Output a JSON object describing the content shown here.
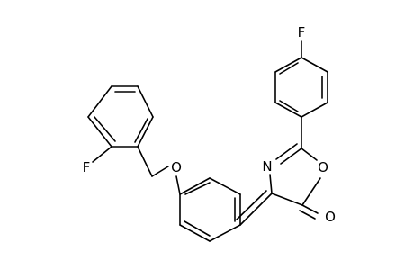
{
  "molecule": {
    "atoms": {
      "fluorine_top": "F",
      "fluorine_left": "F",
      "ether_oxygen": "O",
      "ring_nitrogen": "N",
      "ring_oxygen": "O",
      "carbonyl_oxygen": "O"
    }
  }
}
